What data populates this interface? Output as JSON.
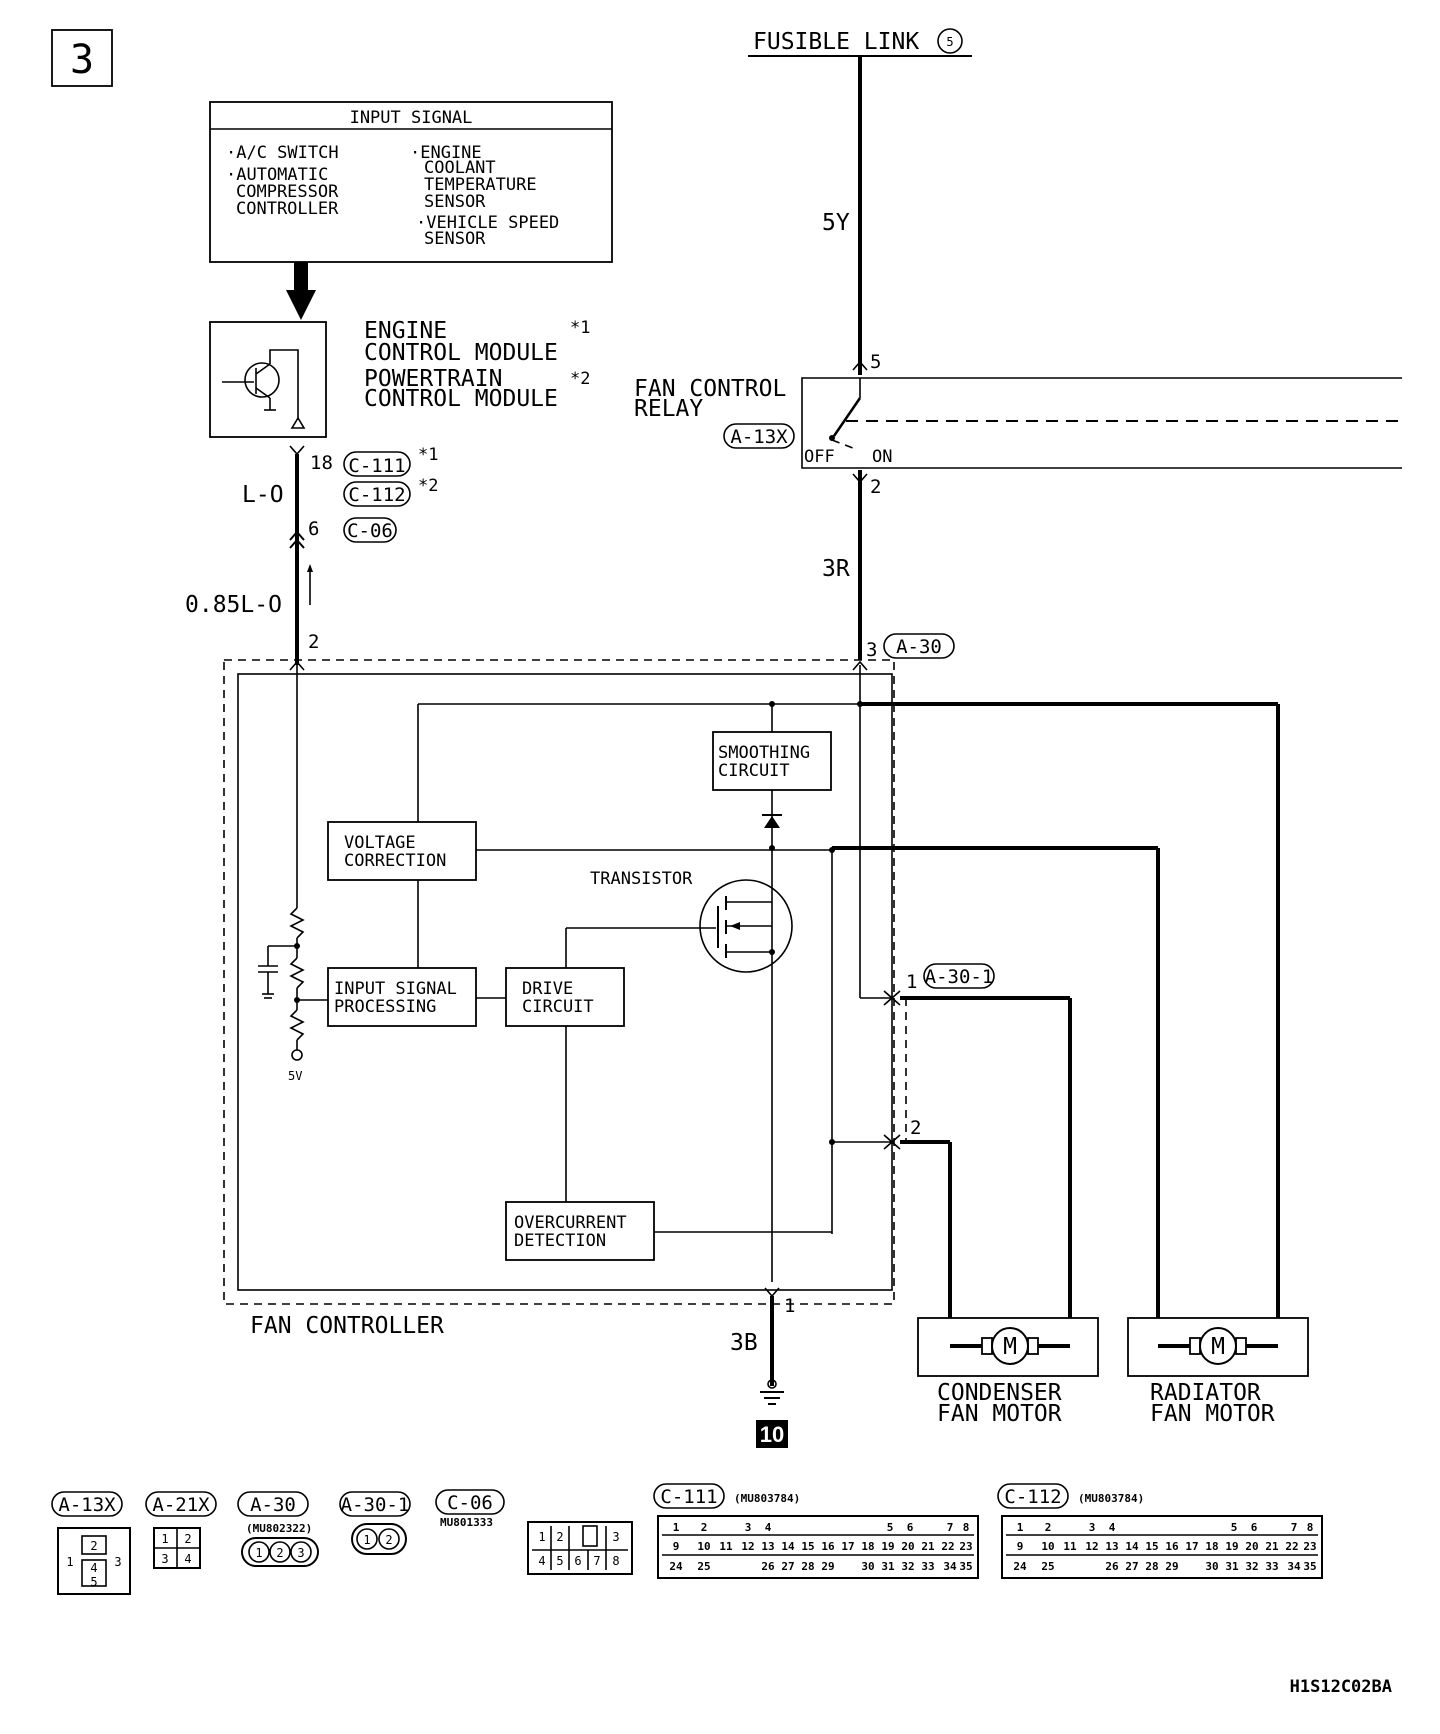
{
  "page_number": "3",
  "footer_code": "H1S12C02BA",
  "supply": {
    "label": "FUSIBLE LINK",
    "number": "5"
  },
  "input_signal": {
    "title": "INPUT SIGNAL",
    "left_items": [
      "·A/C SWITCH",
      "·AUTOMATIC",
      "COMPRESSOR",
      "CONTROLLER"
    ],
    "right_items": [
      "·ENGINE",
      "COOLANT",
      "TEMPERATURE",
      "SENSOR",
      "·VEHICLE SPEED",
      "SENSOR"
    ]
  },
  "ecm": {
    "line1": "ENGINE",
    "line2": "CONTROL MODULE",
    "note1": "*1",
    "line3": "POWERTRAIN",
    "line4": "CONTROL MODULE",
    "note2": "*2"
  },
  "relay": {
    "line1": "FAN CONTROL",
    "line2": "RELAY",
    "connector": "A-13X",
    "off": "OFF",
    "on": "ON",
    "pin_top": "5",
    "pin_bottom": "2"
  },
  "wires": {
    "w5y": "5Y",
    "w3r": "3R",
    "wlo": "L-O",
    "w085": "0.85L-O",
    "w3b": "3B"
  },
  "pins": {
    "p18": "18",
    "c111": "C-111",
    "n111": "*1",
    "c112": "C-112",
    "n112": "*2",
    "p6": "6",
    "c06": "C-06",
    "p2a": "2",
    "p3": "3",
    "a30": "A-30",
    "p1a": "1",
    "a301": "A-30-1",
    "p2b": "2",
    "p1ground": "1"
  },
  "controller": {
    "label": "FAN CONTROLLER",
    "smoothing": [
      "SMOOTHING",
      "CIRCUIT"
    ],
    "voltage": [
      "VOLTAGE",
      "CORRECTION"
    ],
    "transistor": "TRANSISTOR",
    "input": [
      "INPUT SIGNAL",
      "PROCESSING"
    ],
    "drive": [
      "DRIVE",
      "CIRCUIT"
    ],
    "overcurrent": [
      "OVERCURRENT",
      "DETECTION"
    ],
    "v5": "5V"
  },
  "motors": {
    "condenser": [
      "CONDENSER",
      "FAN MOTOR"
    ],
    "radiator": [
      "RADIATOR",
      "FAN MOTOR"
    ],
    "symbol": "M"
  },
  "ground": "10",
  "connectors": {
    "a13x": "A-13X",
    "a21x": "A-21X",
    "a30": "A-30",
    "a30_part": "(MU802322)",
    "a301": "A-30-1",
    "c06": "C-06",
    "c06_part": "MU801333",
    "c111": "C-111",
    "c111_part": "(MU803784)",
    "c112": "C-112",
    "c112_part": "(MU803784)"
  }
}
